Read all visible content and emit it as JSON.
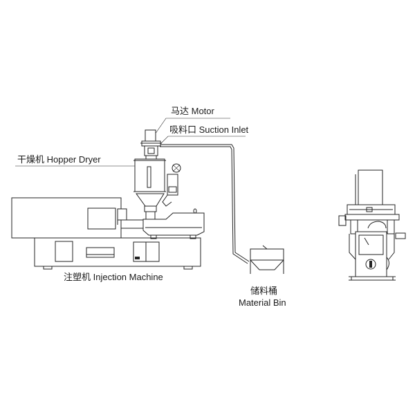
{
  "labels": {
    "motor": "马达 Motor",
    "suction_inlet": "吸料口 Suction Inlet",
    "hopper_dryer": "干燥机 Hopper Dryer",
    "injection_machine": "注塑机 Injection Machine",
    "material_bin_cn": "储料桶",
    "material_bin_en": "Material Bin"
  },
  "colors": {
    "line": "#222222",
    "background": "#ffffff"
  }
}
